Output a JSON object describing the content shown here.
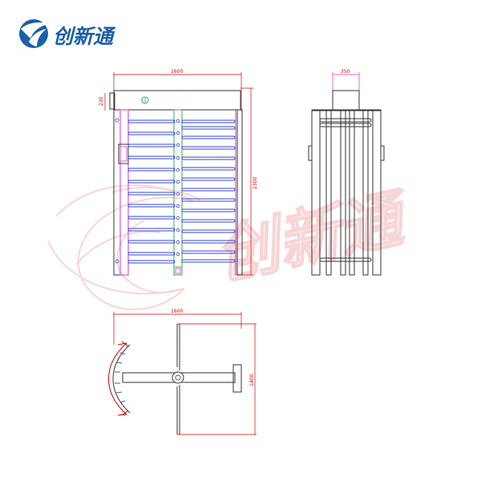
{
  "brand": {
    "name": "创新通"
  },
  "watermark": {
    "text": "创新通"
  },
  "front_view": {
    "width_label": "1600",
    "height_label": "2300",
    "top_label": "230"
  },
  "side_view": {
    "width_label": "350"
  },
  "top_view": {
    "width_label": "1600",
    "depth_label": "1400"
  },
  "colors": {
    "brand_blue": "#1b5fa8",
    "dimension": "#cc0000",
    "frame": "#333333",
    "accent_magenta": "#cc33cc",
    "bar_blue": "#3344cc",
    "rotor_green": "#33aa55",
    "watermark": "#f4b3b3"
  }
}
